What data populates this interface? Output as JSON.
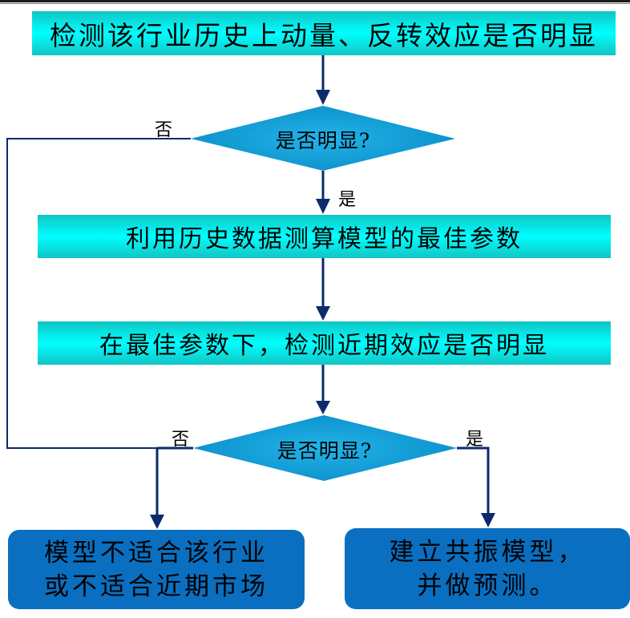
{
  "steps": {
    "step1": "检测该行业历史上动量、反转效应是否明显",
    "decision1": "是否明显?",
    "decision1_no": "否",
    "decision1_yes": "是",
    "step2": "利用历史数据测算模型的最佳参数",
    "step3": "在最佳参数下，检测近期效应是否明显",
    "decision2": "是否明显?",
    "decision2_no": "否",
    "decision2_yes": "是",
    "outcome_no": [
      "模型不适合该行业",
      "或不适合近期市场"
    ],
    "outcome_yes": [
      "建立共振模型，",
      "并做预测。"
    ]
  },
  "colors": {
    "process_box": "#00ffff",
    "decision": "#1aa0d8",
    "terminal_box": "#0a6fc0",
    "connector": "#0d2a6b"
  }
}
